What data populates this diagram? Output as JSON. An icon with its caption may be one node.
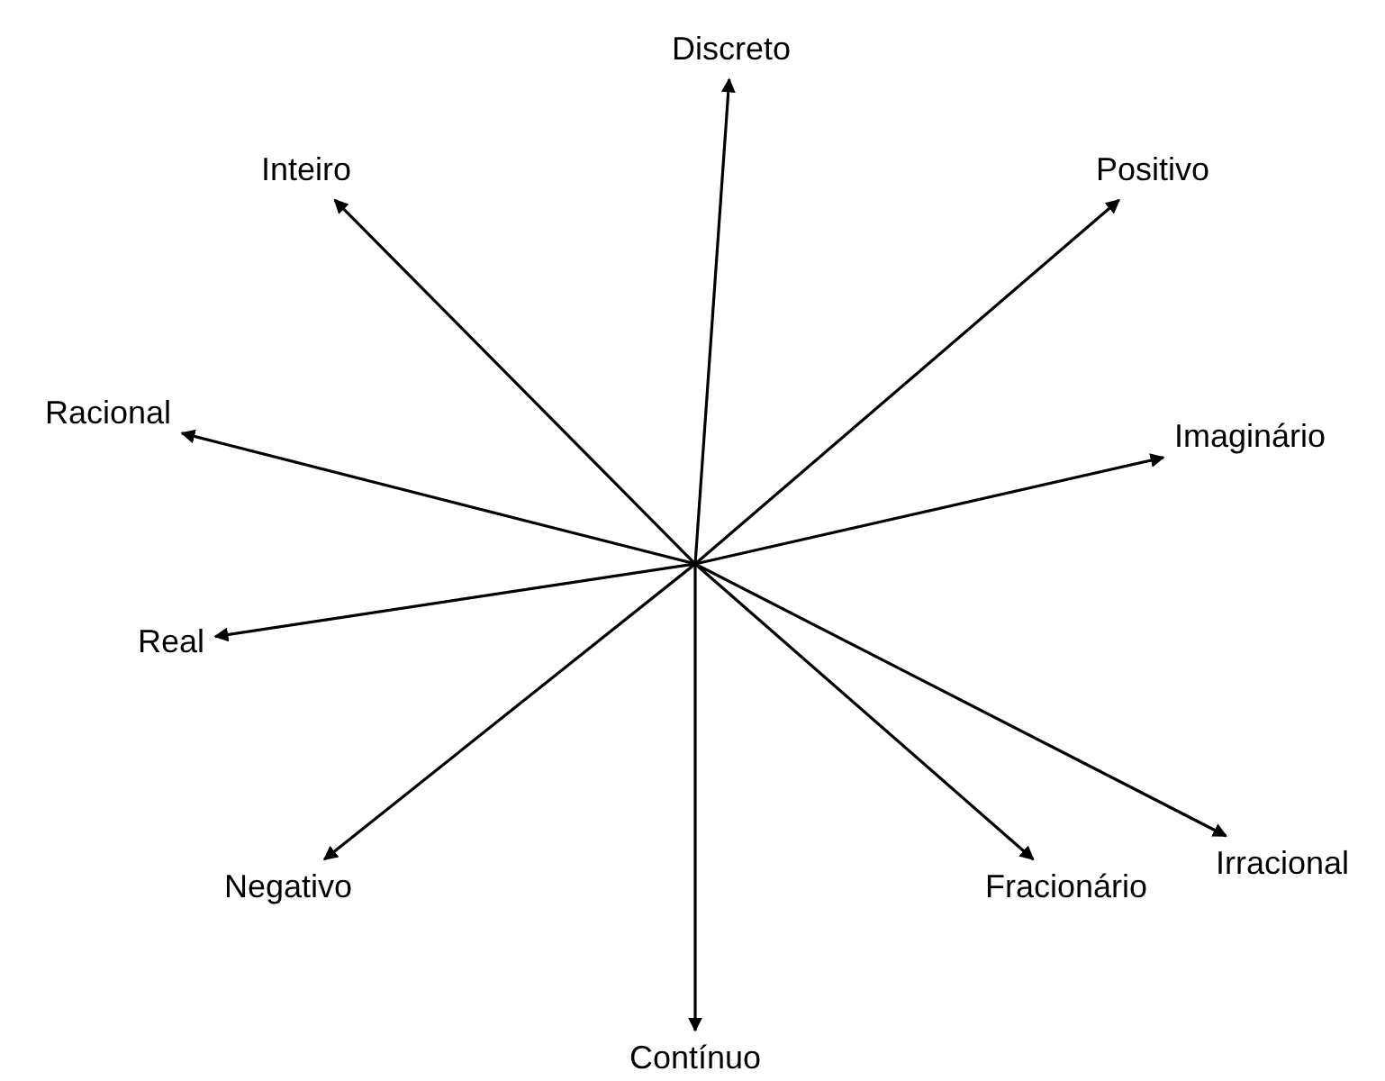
{
  "diagram": {
    "nodes": [
      {
        "text": [
          "Discreto"
        ]
      },
      {
        "text": [
          "Inteiro"
        ]
      },
      {
        "text": [
          "Positivo"
        ]
      },
      {
        "text": [
          "Racional"
        ]
      },
      {
        "text": [
          "Imaginário"
        ]
      },
      {
        "text": [
          "Real"
        ]
      },
      {
        "text": [
          "Irracional"
        ]
      },
      {
        "text": [
          "Negativo"
        ]
      },
      {
        "text": [
          "Fracionário"
        ]
      },
      {
        "text": [
          "Contínuo"
        ]
      }
    ],
    "edges": [
      {
        "from": 0,
        "to": 9,
        "arrow": "both"
      },
      {
        "from": 1,
        "to": 8,
        "arrow": "both"
      },
      {
        "from": 2,
        "to": 7,
        "arrow": "both"
      },
      {
        "from": 3,
        "to": 6,
        "arrow": "both"
      },
      {
        "from": 4,
        "to": 5,
        "arrow": "both"
      }
    ]
  }
}
